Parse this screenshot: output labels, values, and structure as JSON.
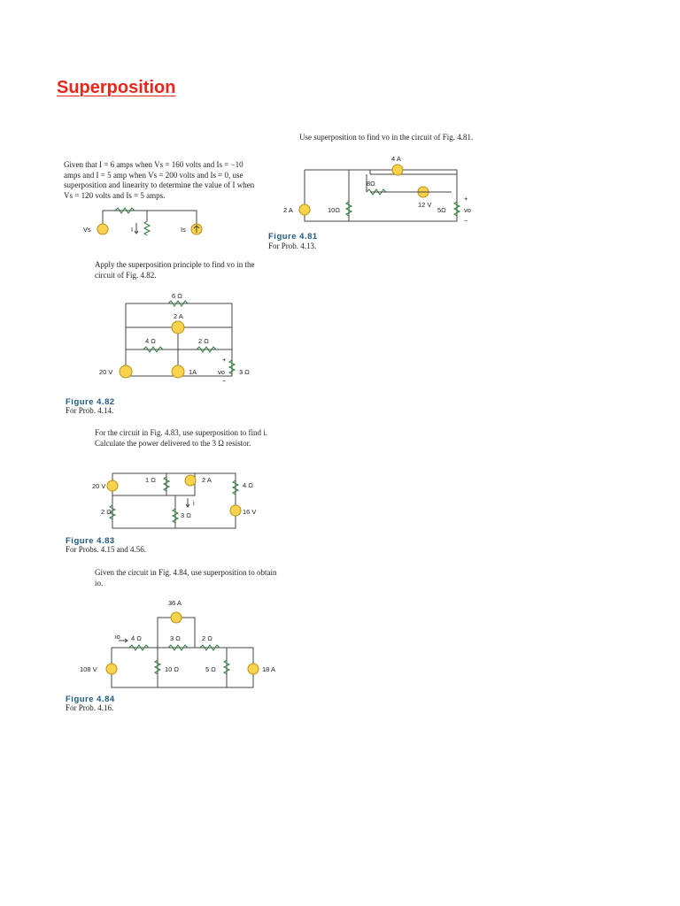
{
  "title": "Superposition",
  "p411": {
    "text": "Given that I = 6 amps when Vs = 160 volts and Is = −10 amps and I = 5 amp when Vs = 200 volts and Is = 0, use superposition and linearity to determine the value of I when Vs = 120 volts and Is = 5 amps.",
    "labels": {
      "vs": "Vs",
      "i": "I",
      "is": "Is"
    }
  },
  "p413": {
    "text": "Use superposition to find vo in the circuit of Fig. 4.81.",
    "figure": "Figure 4.81",
    "forprob": "For Prob. 4.13.",
    "labels": {
      "src4a": "4 A",
      "r8": "8Ω",
      "src12v": "12 V",
      "r5": "5Ω",
      "vo": "vo",
      "src2a": "2 A",
      "r10": "10Ω",
      "plus": "+",
      "minus": "−"
    }
  },
  "p414": {
    "text": "Apply the superposition principle to find vo in the circuit of Fig. 4.82.",
    "figure": "Figure 4.82",
    "forprob": "For Prob. 4.14.",
    "labels": {
      "r6": "6 Ω",
      "src2a": "2 A",
      "r4": "4 Ω",
      "r2": "2 Ω",
      "src20v": "20 V",
      "src1a": "1A",
      "vo": "vo",
      "r3": "3 Ω",
      "plus": "+",
      "minus": "−"
    }
  },
  "p415": {
    "text": "For the circuit in Fig. 4.83, use superposition to find i. Calculate the power delivered to the 3 Ω resistor.",
    "figure": "Figure 4.83",
    "forprob": "For Probs. 4.15 and 4.56.",
    "labels": {
      "r1": "1 Ω",
      "src2a": "2 A",
      "r4": "4 Ω",
      "src20v": "20 V",
      "i": "i",
      "r2": "2 Ω",
      "r3": "3 Ω",
      "src16v": "16 V"
    }
  },
  "p416": {
    "text": "Given the circuit in Fig. 4.84, use superposition to obtain io.",
    "figure": "Figure 4.84",
    "forprob": "For Prob. 4.16.",
    "labels": {
      "src36a": "36 A",
      "io": "io",
      "r4": "4 Ω",
      "r3": "3 Ω",
      "r2": "2 Ω",
      "src108v": "108 V",
      "r10": "10 Ω",
      "r5": "5 Ω",
      "src18a": "18 A"
    }
  }
}
